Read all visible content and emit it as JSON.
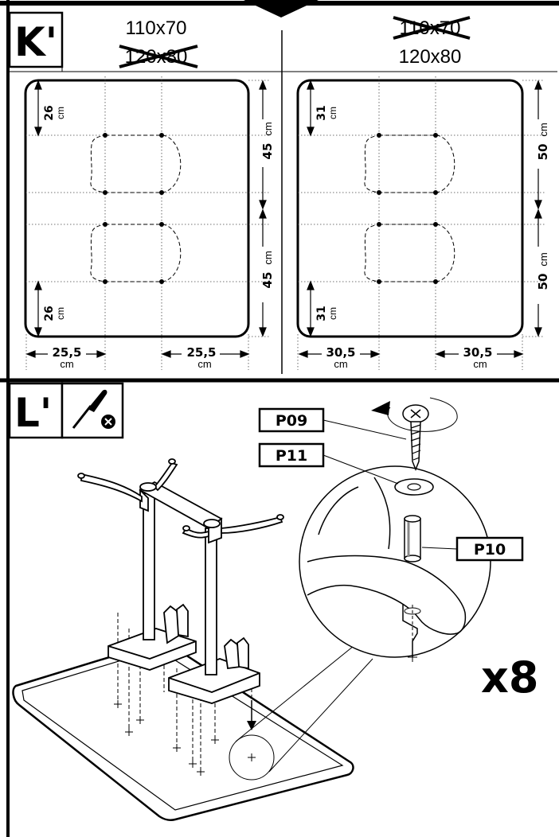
{
  "step_k": {
    "label": "K'",
    "left_panel": {
      "size_active": "110x70",
      "size_crossed": "120x80",
      "dim_top_left": "26",
      "dim_bottom_left": "26",
      "dim_right_top": "45",
      "dim_right_bottom": "45",
      "dim_bottom_left_width": "25,5",
      "dim_bottom_right_width": "25,5"
    },
    "right_panel": {
      "size_crossed": "110x70",
      "size_active": "120x80",
      "dim_top_left": "31",
      "dim_bottom_left": "31",
      "dim_right_top": "50",
      "dim_right_bottom": "50",
      "dim_bottom_left_width": "30,5",
      "dim_bottom_right_width": "30,5"
    },
    "unit": "cm"
  },
  "step_l": {
    "label": "L'",
    "tool_icon": "screwdriver-icon",
    "parts": {
      "screw": "P09",
      "washer": "P11",
      "dowel": "P10"
    },
    "multiplier": "x8"
  }
}
